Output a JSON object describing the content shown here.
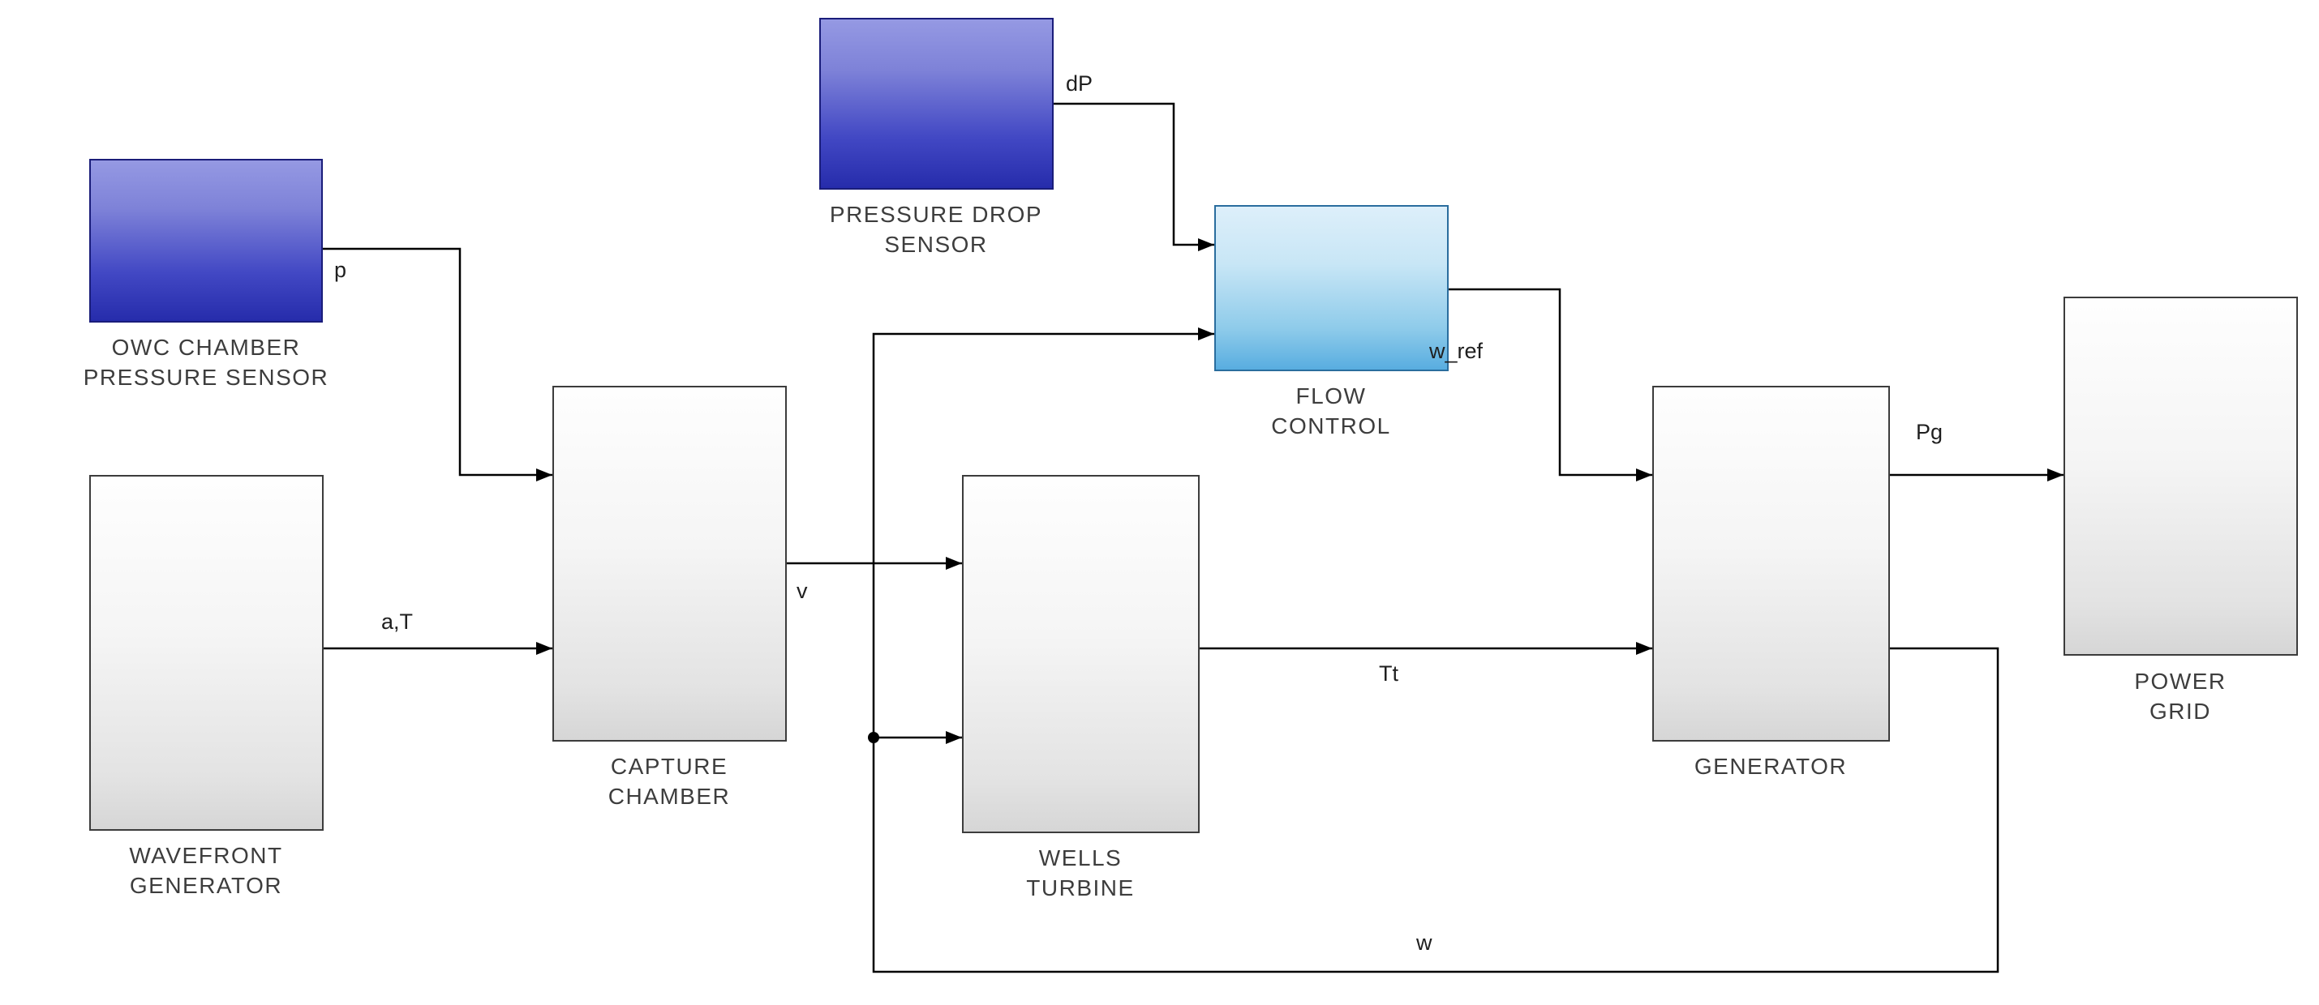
{
  "diagram": {
    "blocks": [
      {
        "name": "owc-chamber-pressure-sensor",
        "caption": [
          "OWC CHAMBER",
          "PRESSURE SENSOR"
        ],
        "kind": "sensor-dark-blue"
      },
      {
        "name": "pressure-drop-sensor",
        "caption": [
          "PRESSURE DROP",
          "SENSOR"
        ],
        "kind": "sensor-dark-blue"
      },
      {
        "name": "wavefront-generator",
        "caption": [
          "WAVEFRONT",
          "GENERATOR"
        ],
        "kind": "plant-gray"
      },
      {
        "name": "capture-chamber",
        "caption": [
          "CAPTURE",
          "CHAMBER"
        ],
        "kind": "plant-gray"
      },
      {
        "name": "flow-control",
        "caption": [
          "FLOW",
          "CONTROL"
        ],
        "kind": "control-light-blue"
      },
      {
        "name": "wells-turbine",
        "caption": [
          "WELLS",
          "TURBINE"
        ],
        "kind": "plant-gray"
      },
      {
        "name": "generator",
        "caption": [
          "GENERATOR"
        ],
        "kind": "plant-gray"
      },
      {
        "name": "power-grid",
        "caption": [
          "POWER",
          "GRID"
        ],
        "kind": "plant-gray"
      }
    ],
    "signal_labels": {
      "p": "p",
      "a_T": "a,T",
      "dP": "dP",
      "v": "v",
      "w_ref": "w_ref",
      "Tt": "Tt",
      "Pg": "Pg",
      "w": "w"
    },
    "colors": {
      "sensor_block_top": "#9599e3",
      "sensor_block_bottom": "#262cab",
      "sensor_block_border": "#1a1d7a",
      "control_block_top": "#ddeffa",
      "control_block_bottom": "#58ade0",
      "control_block_border": "#2a6d9e",
      "gray_block_top": "#fefefe",
      "gray_block_bottom": "#d6d6d6",
      "gray_block_border": "#3c3c3c",
      "wire": "#000000",
      "caption_text": "#3d3d3d",
      "signal_text": "#1f1f1f",
      "background": "#ffffff"
    }
  }
}
